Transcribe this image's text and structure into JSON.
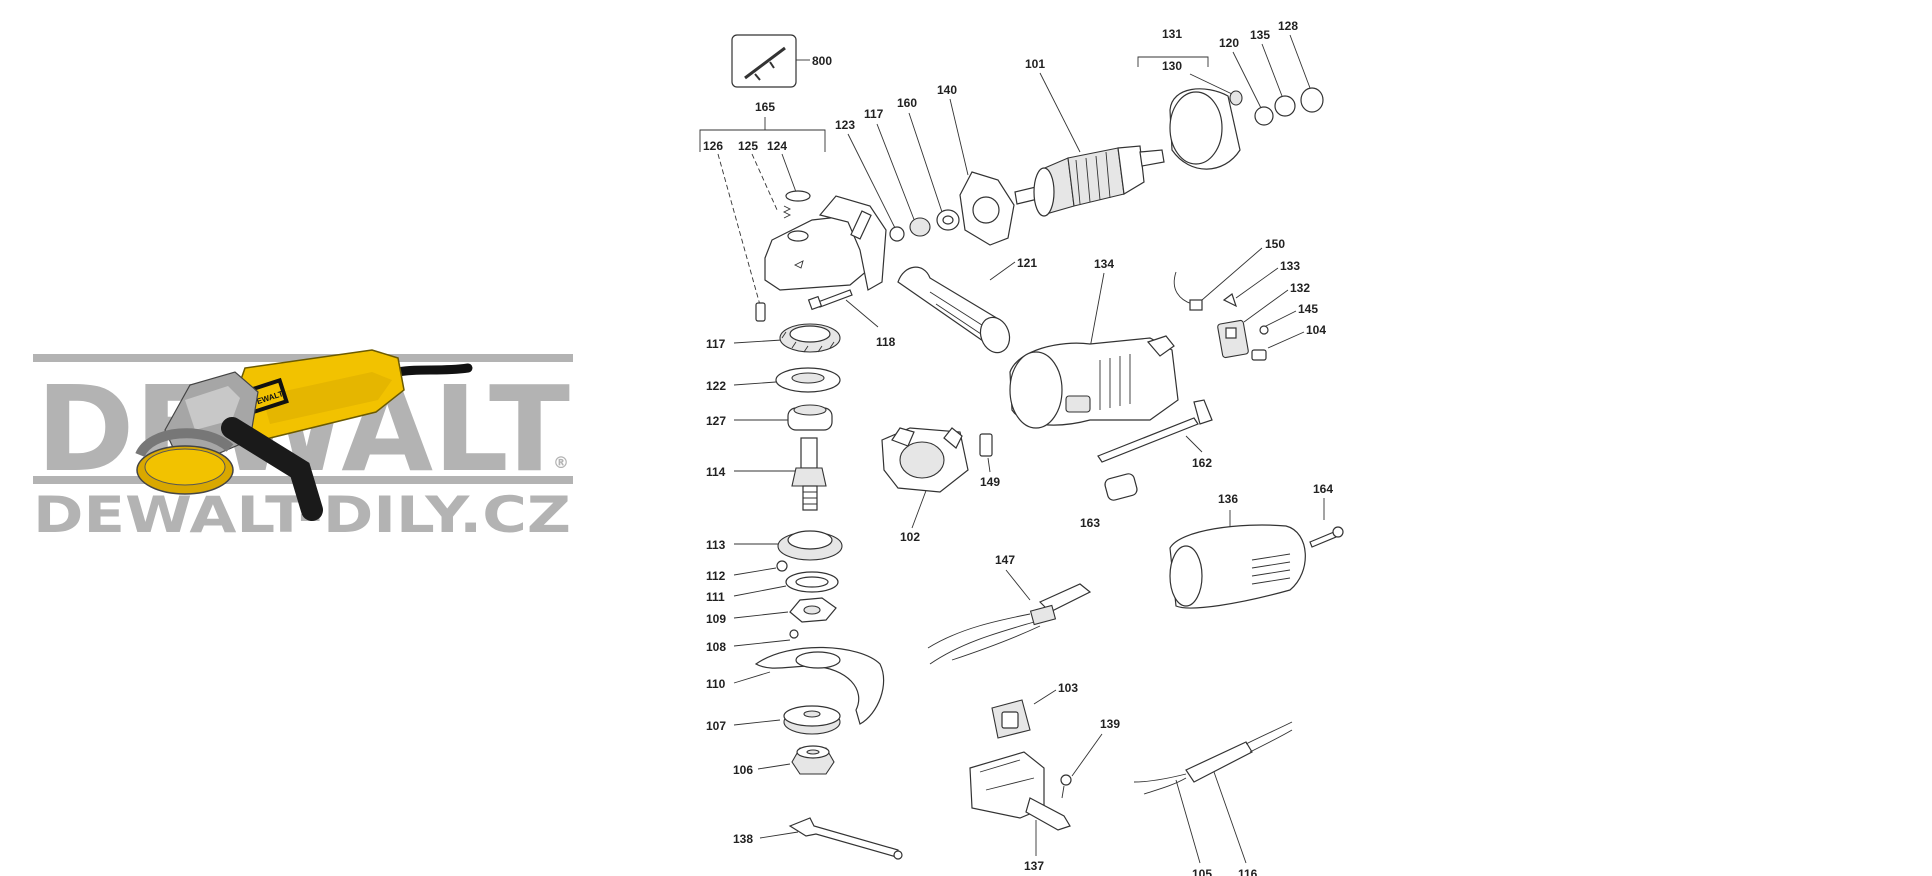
{
  "watermark": {
    "brand": "DEWALT",
    "registered_mark": "®",
    "site": "DEWALT-DILY.CZ",
    "color": "#b3b3b3"
  },
  "product_photo": {
    "tool_brand_text": "DEWALT",
    "body_color": "#f2c200"
  },
  "diagram": {
    "accessory_box_number": "800",
    "group_labels": {
      "g165": "165",
      "g131": "131"
    },
    "parts": [
      "800",
      "165",
      "126",
      "125",
      "124",
      "123",
      "117",
      "160",
      "140",
      "101",
      "131",
      "130",
      "120",
      "135",
      "128",
      "121",
      "118",
      "134",
      "150",
      "133",
      "132",
      "145",
      "104",
      "122",
      "127",
      "114",
      "102",
      "149",
      "162",
      "163",
      "136",
      "164",
      "113",
      "112",
      "111",
      "109",
      "108",
      "147",
      "110",
      "107",
      "106",
      "103",
      "139",
      "137",
      "138",
      "105",
      "116",
      "117"
    ]
  }
}
